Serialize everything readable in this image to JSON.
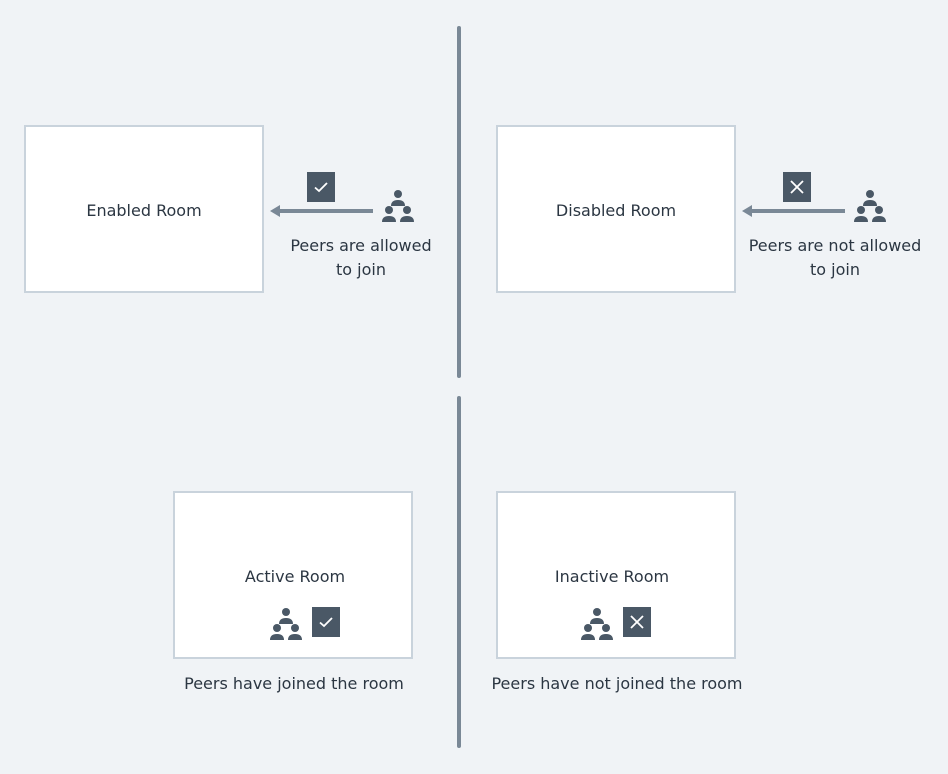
{
  "colors": {
    "background": "#f0f3f6",
    "room_fill": "#ffffff",
    "room_border": "#c9d3dc",
    "icon": "#4a5866",
    "arrow": "#7a8896"
  },
  "enabled": {
    "room_label": "Enabled Room",
    "caption_line1": "Peers are allowed",
    "caption_line2": "to join",
    "badge_icon": "check-icon",
    "peers_icon": "peers-icon"
  },
  "disabled": {
    "room_label": "Disabled Room",
    "caption_line1": "Peers are not allowed",
    "caption_line2": "to join",
    "badge_icon": "x-icon",
    "peers_icon": "peers-icon"
  },
  "active": {
    "room_label": "Active Room",
    "caption": "Peers have joined the room",
    "badge_icon": "check-icon",
    "peers_icon": "peers-icon"
  },
  "inactive": {
    "room_label": "Inactive Room",
    "caption": "Peers have not joined the room",
    "badge_icon": "x-icon",
    "peers_icon": "peers-icon"
  }
}
